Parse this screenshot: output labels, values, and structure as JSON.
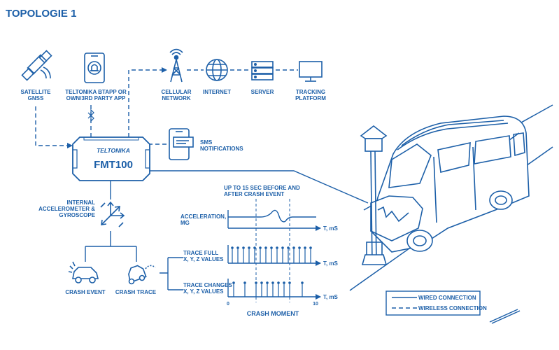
{
  "title": "TOPOLOGIE 1",
  "colors": {
    "primary": "#1c5fa8",
    "background": "#ffffff"
  },
  "nodes": {
    "satellite": {
      "line1": "SATELLITE",
      "line2": "GNSS",
      "icon": "satellite-icon"
    },
    "app": {
      "line1": "TELTONIKA BTAPP OR",
      "line2": "OWN/3RD PARTY APP",
      "icon": "smartphone-bell-icon"
    },
    "cellular": {
      "line1": "CELLULAR",
      "line2": "NETWORK",
      "icon": "cell-tower-icon"
    },
    "internet": {
      "line1": "INTERNET",
      "icon": "globe-icon"
    },
    "server": {
      "line1": "SERVER",
      "icon": "server-icon"
    },
    "tracking": {
      "line1": "TRACKING",
      "line2": "PLATFORM",
      "icon": "monitor-icon"
    },
    "sms": {
      "line1": "SMS",
      "line2": "NOTIFICATIONS",
      "icon": "sms-phone-icon"
    },
    "device": {
      "brand": "TELTONIKA",
      "model": "FMT100"
    },
    "accelerometer": {
      "line1": "INTERNAL",
      "line2": "ACCELEROMETER &",
      "line3": "GYROSCOPE",
      "icon": "axes-icon"
    },
    "crash_event": {
      "label": "CRASH EVENT",
      "icon": "crashed-car-icon"
    },
    "crash_trace": {
      "label": "CRASH TRACE",
      "icon": "car-trace-icon"
    }
  },
  "charts": {
    "window_note_line1": "UP TO 15 SEC BEFORE AND",
    "window_note_line2": "AFTER CRASH EVENT",
    "acceleration_label_line1": "ACCELERATION,",
    "acceleration_label_line2": "MG",
    "trace_full_line1": "TRACE FULL",
    "trace_full_line2": "X, Y, Z VALUES",
    "trace_changes_line1": "TRACE CHANGES",
    "trace_changes_line2": "X, Y, Z VALUES",
    "axis_unit": "T, mS",
    "x_start": "0",
    "x_end": "10",
    "crash_moment": "CRASH MOMENT"
  },
  "legend": {
    "wired": "WIRED CONNECTION",
    "wireless": "WIRELESS CONNECTION"
  }
}
